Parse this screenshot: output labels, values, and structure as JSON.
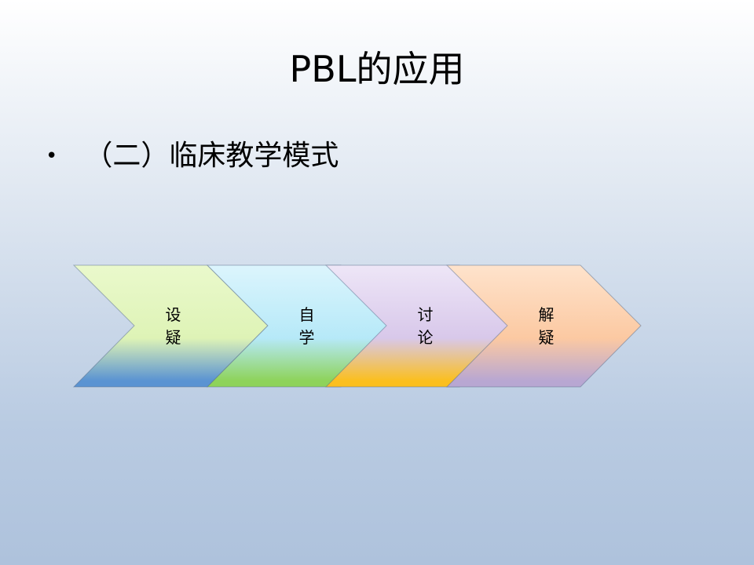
{
  "slide": {
    "title": "PBL的应用",
    "bullet": "（二）临床教学模式"
  },
  "process": {
    "steps": [
      {
        "line1": "设",
        "line2": "疑",
        "colors": [
          "#eaf9cc",
          "#def3b6",
          "#5a93d2"
        ]
      },
      {
        "line1": "自",
        "line2": "学",
        "colors": [
          "#dcf5fd",
          "#b6e9f8",
          "#8ed35a"
        ]
      },
      {
        "line1": "讨",
        "line2": "论",
        "colors": [
          "#eee6f7",
          "#d8c8ea",
          "#fbbf1e"
        ]
      },
      {
        "line1": "解",
        "line2": "疑",
        "colors": [
          "#fee3cc",
          "#fcc9a2",
          "#b8a7d2"
        ]
      }
    ]
  }
}
